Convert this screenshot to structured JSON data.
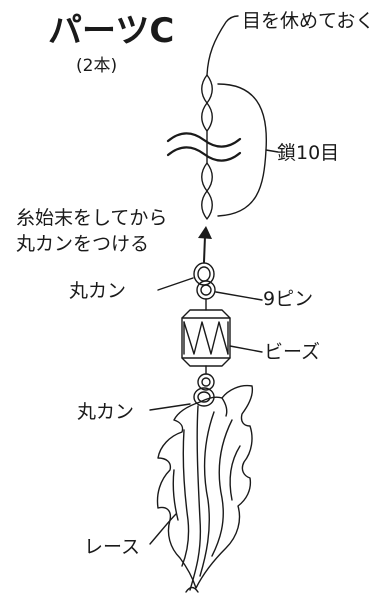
{
  "title": "パーツC",
  "subtitle": "(2本)",
  "labels": {
    "thread_rest": "目を休めておく",
    "chain": "鎖10目",
    "start_line1": "糸始末をしてから",
    "start_line2": "丸カンをつける",
    "ring_top": "丸カン",
    "pin": "9ピン",
    "beads": "ビーズ",
    "ring_bottom": "丸カン",
    "lace": "レース"
  },
  "colors": {
    "line": "#1a1a1a",
    "background": "#ffffff"
  },
  "icons": [
    "chain-stitch-icon",
    "break-mark-icon",
    "arrow-up-icon",
    "jump-ring-icon",
    "bead-icon",
    "lace-leaf-icon"
  ]
}
